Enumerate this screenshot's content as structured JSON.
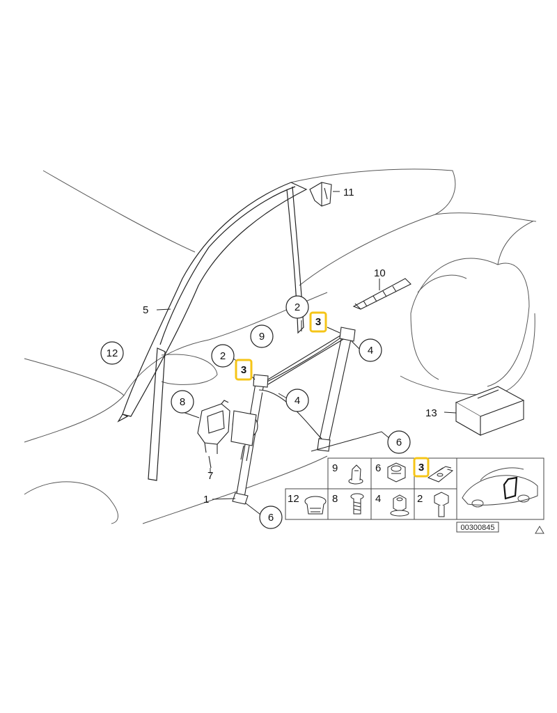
{
  "diagram_code": "00300845",
  "colors": {
    "highlight": "#F5C518",
    "line": "#222222",
    "background": "#FFFFFF"
  },
  "callouts": [
    {
      "id": "c-11",
      "text": "11",
      "style": "plain"
    },
    {
      "id": "c-10",
      "text": "10",
      "style": "plain"
    },
    {
      "id": "c-5",
      "text": "5",
      "style": "plain"
    },
    {
      "id": "c-2a",
      "text": "2",
      "style": "circle"
    },
    {
      "id": "c-3a",
      "text": "3",
      "style": "highlight"
    },
    {
      "id": "c-9",
      "text": "9",
      "style": "circle"
    },
    {
      "id": "c-4a",
      "text": "4",
      "style": "circle"
    },
    {
      "id": "c-12",
      "text": "12",
      "style": "circle"
    },
    {
      "id": "c-2b",
      "text": "2",
      "style": "circle"
    },
    {
      "id": "c-3b",
      "text": "3",
      "style": "highlight"
    },
    {
      "id": "c-8",
      "text": "8",
      "style": "circle"
    },
    {
      "id": "c-4b",
      "text": "4",
      "style": "circle"
    },
    {
      "id": "c-13",
      "text": "13",
      "style": "plain"
    },
    {
      "id": "c-6a",
      "text": "6",
      "style": "circle"
    },
    {
      "id": "c-7",
      "text": "7",
      "style": "plain"
    },
    {
      "id": "c-1",
      "text": "1",
      "style": "plain"
    },
    {
      "id": "c-6b",
      "text": "6",
      "style": "circle"
    }
  ],
  "parts_table": {
    "top_row": [
      {
        "text": "9",
        "style": "plain",
        "icon": "push-rivet-icon"
      },
      {
        "text": "6",
        "style": "plain",
        "icon": "hex-nut-icon"
      },
      {
        "text": "3",
        "style": "highlight",
        "icon": "clip-nut-icon"
      }
    ],
    "bottom_row": [
      {
        "text": "12",
        "style": "plain",
        "icon": "expanding-rivet-icon"
      },
      {
        "text": "8",
        "style": "plain",
        "icon": "screw-icon"
      },
      {
        "text": "4",
        "style": "plain",
        "icon": "collar-nut-icon"
      },
      {
        "text": "2",
        "style": "plain",
        "icon": "hex-bolt-icon"
      }
    ],
    "thumbnail": "car-location-thumbnail"
  }
}
